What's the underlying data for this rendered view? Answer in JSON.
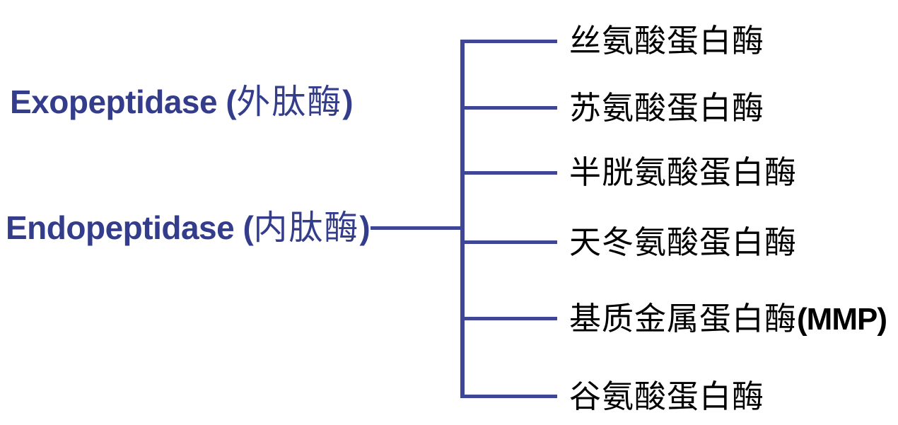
{
  "colors": {
    "line": "#3F4695",
    "category_label": "#343C8C",
    "item_text": "#000000",
    "background": "#ffffff"
  },
  "left_labels": [
    {
      "full": "Exopeptidase (外肽酶)",
      "prefix": "Exopeptidase (",
      "cjk": "外肽酶",
      "suffix": ")"
    },
    {
      "full": "Endopeptidase (内肽酶)",
      "prefix": "Endopeptidase (",
      "cjk": "内肽酶",
      "suffix": ")"
    }
  ],
  "tree": {
    "root_label": "Endopeptidase (内肽酶)",
    "items": [
      {
        "label": "丝氨酸蛋白酶",
        "suffix": ""
      },
      {
        "label": "苏氨酸蛋白酶",
        "suffix": ""
      },
      {
        "label": "半胱氨酸蛋白酶",
        "suffix": ""
      },
      {
        "label": "天冬氨酸蛋白酶",
        "suffix": ""
      },
      {
        "label": "基质金属蛋白酶",
        "suffix": "(MMP)"
      },
      {
        "label": "谷氨酸蛋白酶",
        "suffix": ""
      }
    ]
  }
}
